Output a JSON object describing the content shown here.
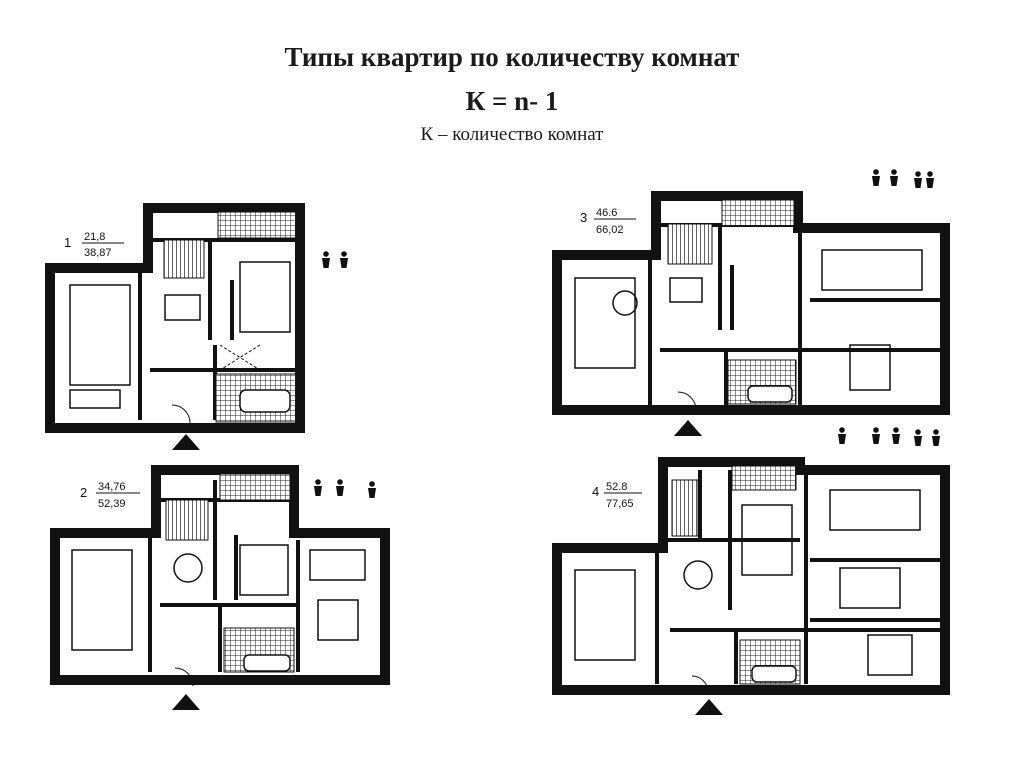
{
  "title": {
    "line1": "Типы квартир по количеству комнат",
    "line2": "К = n- 1",
    "line3": "К – количество комнат"
  },
  "plans": [
    {
      "number": "1",
      "living_area": "21,8",
      "total_area": "38,87"
    },
    {
      "number": "2",
      "living_area": "34,76",
      "total_area": "52,39"
    },
    {
      "number": "3",
      "living_area": "46.6",
      "total_area": "66,02"
    },
    {
      "number": "4",
      "living_area": "52.8",
      "total_area": "77,65"
    }
  ],
  "icons": [
    "person-icon",
    "entrance-arrow-icon"
  ]
}
